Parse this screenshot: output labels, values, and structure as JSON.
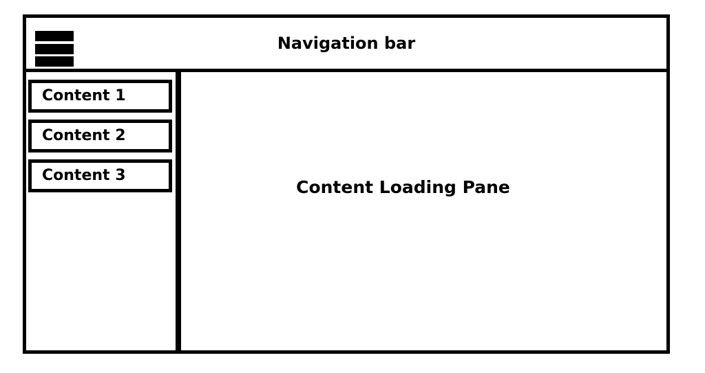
{
  "nav": {
    "title": "Navigation bar",
    "hamburger_icon": "hamburger-menu"
  },
  "sidebar": {
    "items": [
      {
        "label": "Content 1"
      },
      {
        "label": "Content 2"
      },
      {
        "label": "Content 3"
      }
    ]
  },
  "main": {
    "label": "Content Loading Pane"
  },
  "colors": {
    "border": "#000000",
    "background": "#ffffff",
    "text": "#000000"
  }
}
